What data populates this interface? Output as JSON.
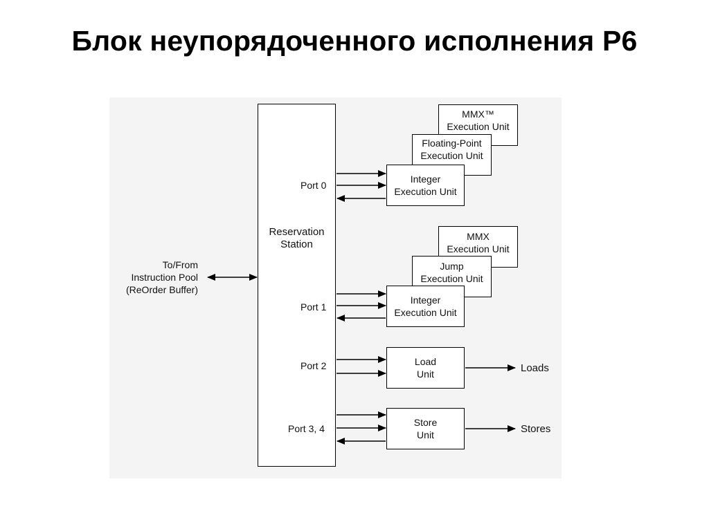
{
  "title": "Блок неупорядоченного исполнения P6",
  "diagram": {
    "reservation_station": {
      "line1": "Reservation",
      "line2": "Station"
    },
    "instruction_pool": {
      "line1": "To/From",
      "line2": "Instruction Pool",
      "line3": "(ReOrder Buffer)"
    },
    "ports": {
      "port0": "Port 0",
      "port1": "Port 1",
      "port2": "Port 2",
      "port34": "Port 3, 4"
    },
    "units": {
      "mmx_tm": {
        "line1": "MMX™",
        "line2": "Execution Unit"
      },
      "fp": {
        "line1": "Floating-Point",
        "line2": "Execution Unit"
      },
      "int0": {
        "line1": "Integer",
        "line2": "Execution Unit"
      },
      "mmx": {
        "line1": "MMX",
        "line2": "Execution Unit"
      },
      "jump": {
        "line1": "Jump",
        "line2": "Execution Unit"
      },
      "int1": {
        "line1": "Integer",
        "line2": "Execution Unit"
      },
      "load": {
        "line1": "Load",
        "line2": "Unit"
      },
      "store": {
        "line1": "Store",
        "line2": "Unit"
      }
    },
    "outputs": {
      "loads": "Loads",
      "stores": "Stores"
    }
  }
}
